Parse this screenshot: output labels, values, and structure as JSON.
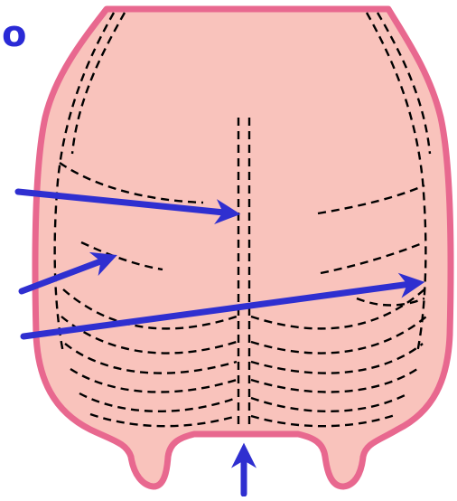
{
  "corner_label": "o",
  "colors": {
    "body_fill": "#f9c3bc",
    "body_outline": "#e8688f",
    "dashed_lines": "#000000",
    "arrows": "#2f2fd0",
    "background": "#ffffff"
  },
  "elements": {
    "outline": "organ-outline",
    "dashed_lines": "curved-dashed-lines",
    "arrows": [
      "arrow-upper-left",
      "arrow-middle-left",
      "arrow-lower-left",
      "arrow-bottom-up"
    ]
  }
}
